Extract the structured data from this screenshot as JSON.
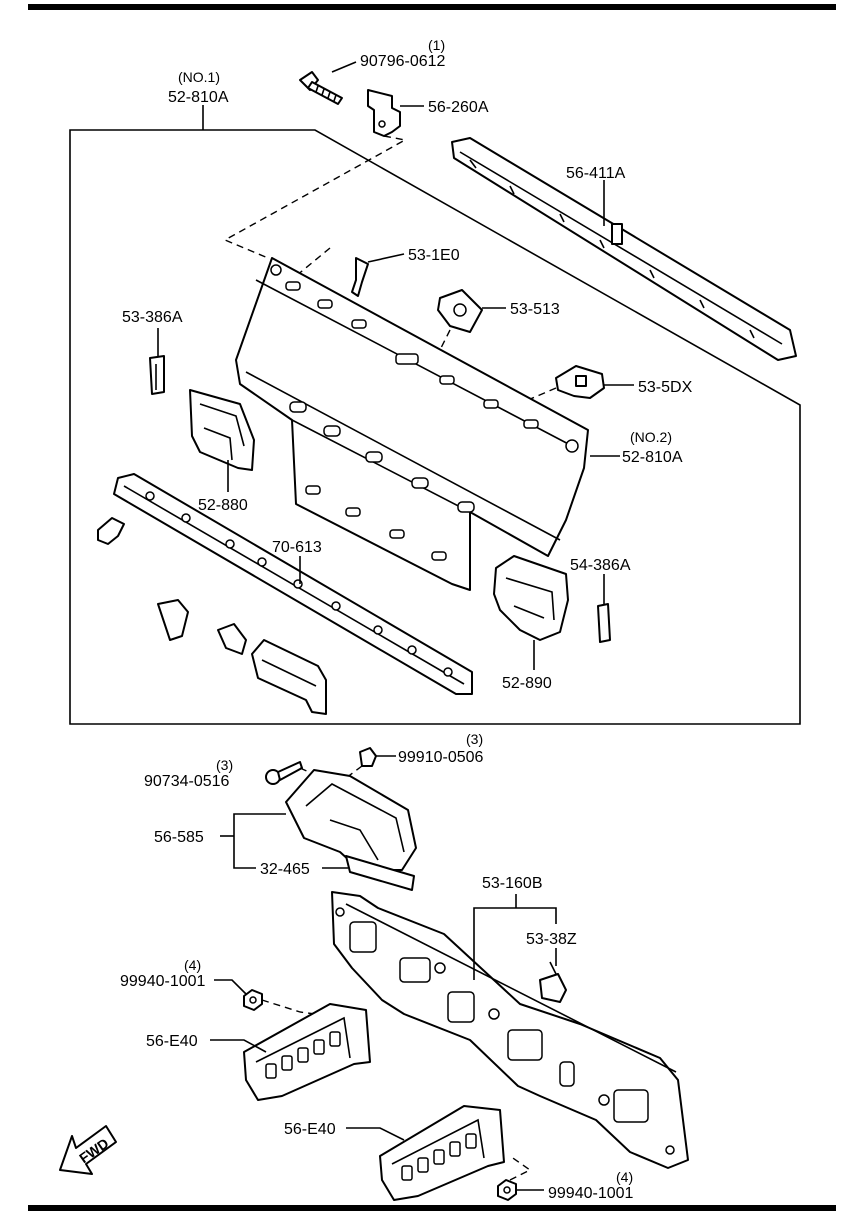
{
  "labels": {
    "n1_qty": "(1)",
    "p_90796_0612": "90796-0612",
    "no1": "(NO.1)",
    "p_52_810A_a": "52-810A",
    "p_56_260A": "56-260A",
    "p_56_411A": "56-411A",
    "p_53_1E0": "53-1E0",
    "p_53_386A": "53-386A",
    "p_53_513": "53-513",
    "p_53_5DX": "53-5DX",
    "no2": "(NO.2)",
    "p_52_810A_b": "52-810A",
    "p_52_880": "52-880",
    "p_70_613": "70-613",
    "p_54_386A": "54-386A",
    "p_52_890": "52-890",
    "q3_a": "(3)",
    "p_99910_0506": "99910-0506",
    "q3_b": "(3)",
    "p_90734_0516": "90734-0516",
    "p_56_585": "56-585",
    "p_32_465": "32-465",
    "p_53_160B": "53-160B",
    "p_53_38Z": "53-38Z",
    "q4_a": "(4)",
    "p_99940_1001_a": "99940-1001",
    "p_56_E40_a": "56-E40",
    "p_56_E40_b": "56-E40",
    "q4_b": "(4)",
    "p_99940_1001_b": "99940-1001",
    "fwd": "FWD"
  }
}
